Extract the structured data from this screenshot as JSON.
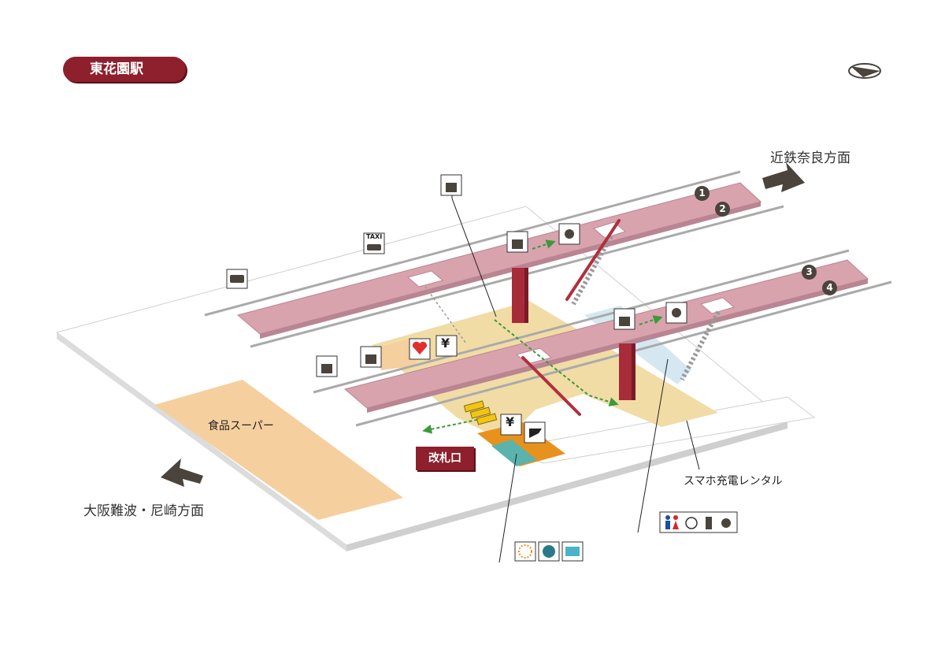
{
  "station": {
    "name": "東花園駅"
  },
  "directions": {
    "east": "近鉄奈良方面",
    "west": "大阪難波・尼崎方面"
  },
  "facilities": {
    "supermarket": "食品スーパー",
    "charging": "スマホ充電レンタル",
    "gate": "改札口",
    "yen_sign": "¥",
    "taxi": "TAXI"
  },
  "tracks": [
    "1",
    "2",
    "3",
    "4"
  ],
  "colors": {
    "platform": "#d8a3ad",
    "concourse": "#f1dca6",
    "supermarket": "#f5cf9e",
    "floor": "#ffffff",
    "station_red": "#8e1f2c",
    "ticket_orange": "#e8921e",
    "teal": "#5bb3ad",
    "light_blue": "#d5e8f2",
    "green_path": "#3b9a3b"
  },
  "icons": [
    "compass-icon",
    "direction-arrow-icon",
    "bus-icon",
    "taxi-icon",
    "coin-locker-icon",
    "elevator-icon",
    "escalator-icon",
    "atm-icon",
    "heart-aed-icon",
    "ticket-machine-icon",
    "restroom-icon",
    "wheelchair-icon",
    "ostomate-icon",
    "baby-icon",
    "ic-card-icon",
    "transfer-icon",
    "fare-adjust-icon"
  ]
}
